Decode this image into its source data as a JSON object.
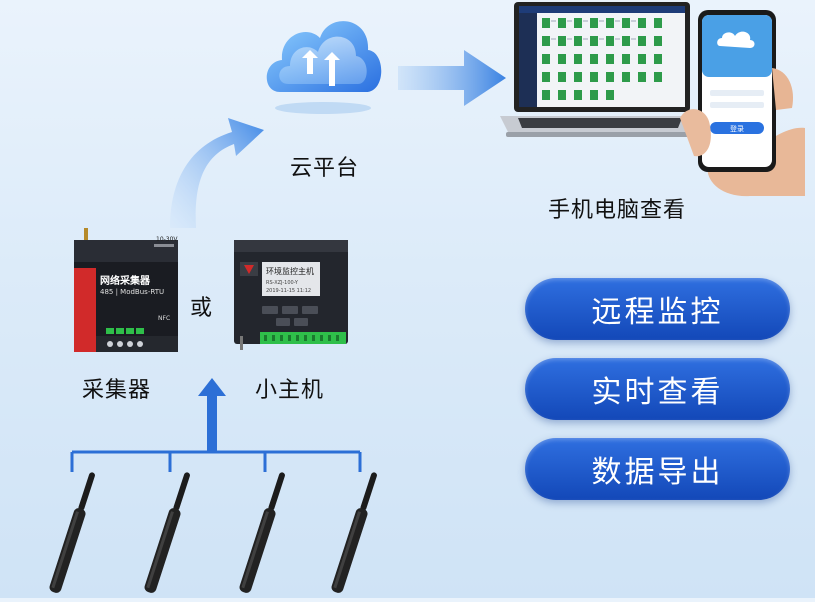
{
  "labels": {
    "cloud": "云平台",
    "view_devices": "手机电脑查看",
    "collector": "采集器",
    "or": "或",
    "mini_host": "小主机"
  },
  "features": [
    "远程监控",
    "实时查看",
    "数据导出"
  ],
  "collector_device": {
    "title": "网络采集器",
    "subtitle": "485 | ModBus-RTU",
    "nfc": "NFC",
    "voltage": "10-30V"
  },
  "host_device": {
    "screen_title": "环境监控主机",
    "screen_line1": "RS-XZJ-100-Y",
    "screen_line2": "2019-11-15  11:12"
  },
  "phone_screen": {
    "button": "登录"
  },
  "colors": {
    "pill": "#1f5bd0",
    "arrow": "#2c6fd6",
    "background": "#dcebf9"
  }
}
